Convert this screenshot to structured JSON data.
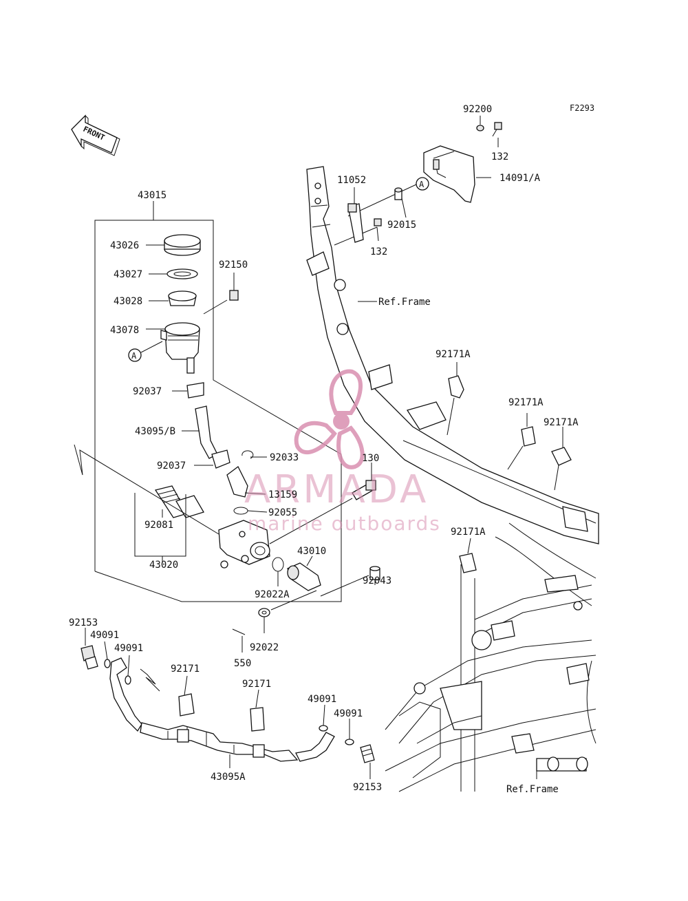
{
  "diagram_code": "F2293",
  "front_marker": "FRONT",
  "ref_marker": "A",
  "watermark": {
    "brand": "ARMADA",
    "tagline": "marine outboards",
    "color": "#d98fb0"
  },
  "labels": {
    "p92200": "92200",
    "p132a": "132",
    "p14091": "14091/A",
    "p11052": "11052",
    "p92015": "92015",
    "p132b": "132",
    "pRefFrame1": "Ref.Frame",
    "p43015": "43015",
    "p43026": "43026",
    "p43027": "43027",
    "p43028": "43028",
    "p92150": "92150",
    "p43078": "43078",
    "p92037a": "92037",
    "p43095B": "43095/B",
    "p92037b": "92037",
    "p92033": "92033",
    "p130": "130",
    "p13159": "13159",
    "p92055": "92055",
    "p92081": "92081",
    "p43020": "43020",
    "p43010": "43010",
    "p92043": "92043",
    "p92022A": "92022A",
    "p92022": "92022",
    "p550": "550",
    "p92171A_1": "92171A",
    "p92171A_2": "92171A",
    "p92171A_3": "92171A",
    "p92171A_4": "92171A",
    "p92153a": "92153",
    "p49091a": "49091",
    "p49091b": "49091",
    "p92171a": "92171",
    "p92171b": "92171",
    "p49091c": "49091",
    "p49091d": "49091",
    "p43095A": "43095A",
    "p92153b": "92153",
    "pRefFrame2": "Ref.Frame"
  }
}
